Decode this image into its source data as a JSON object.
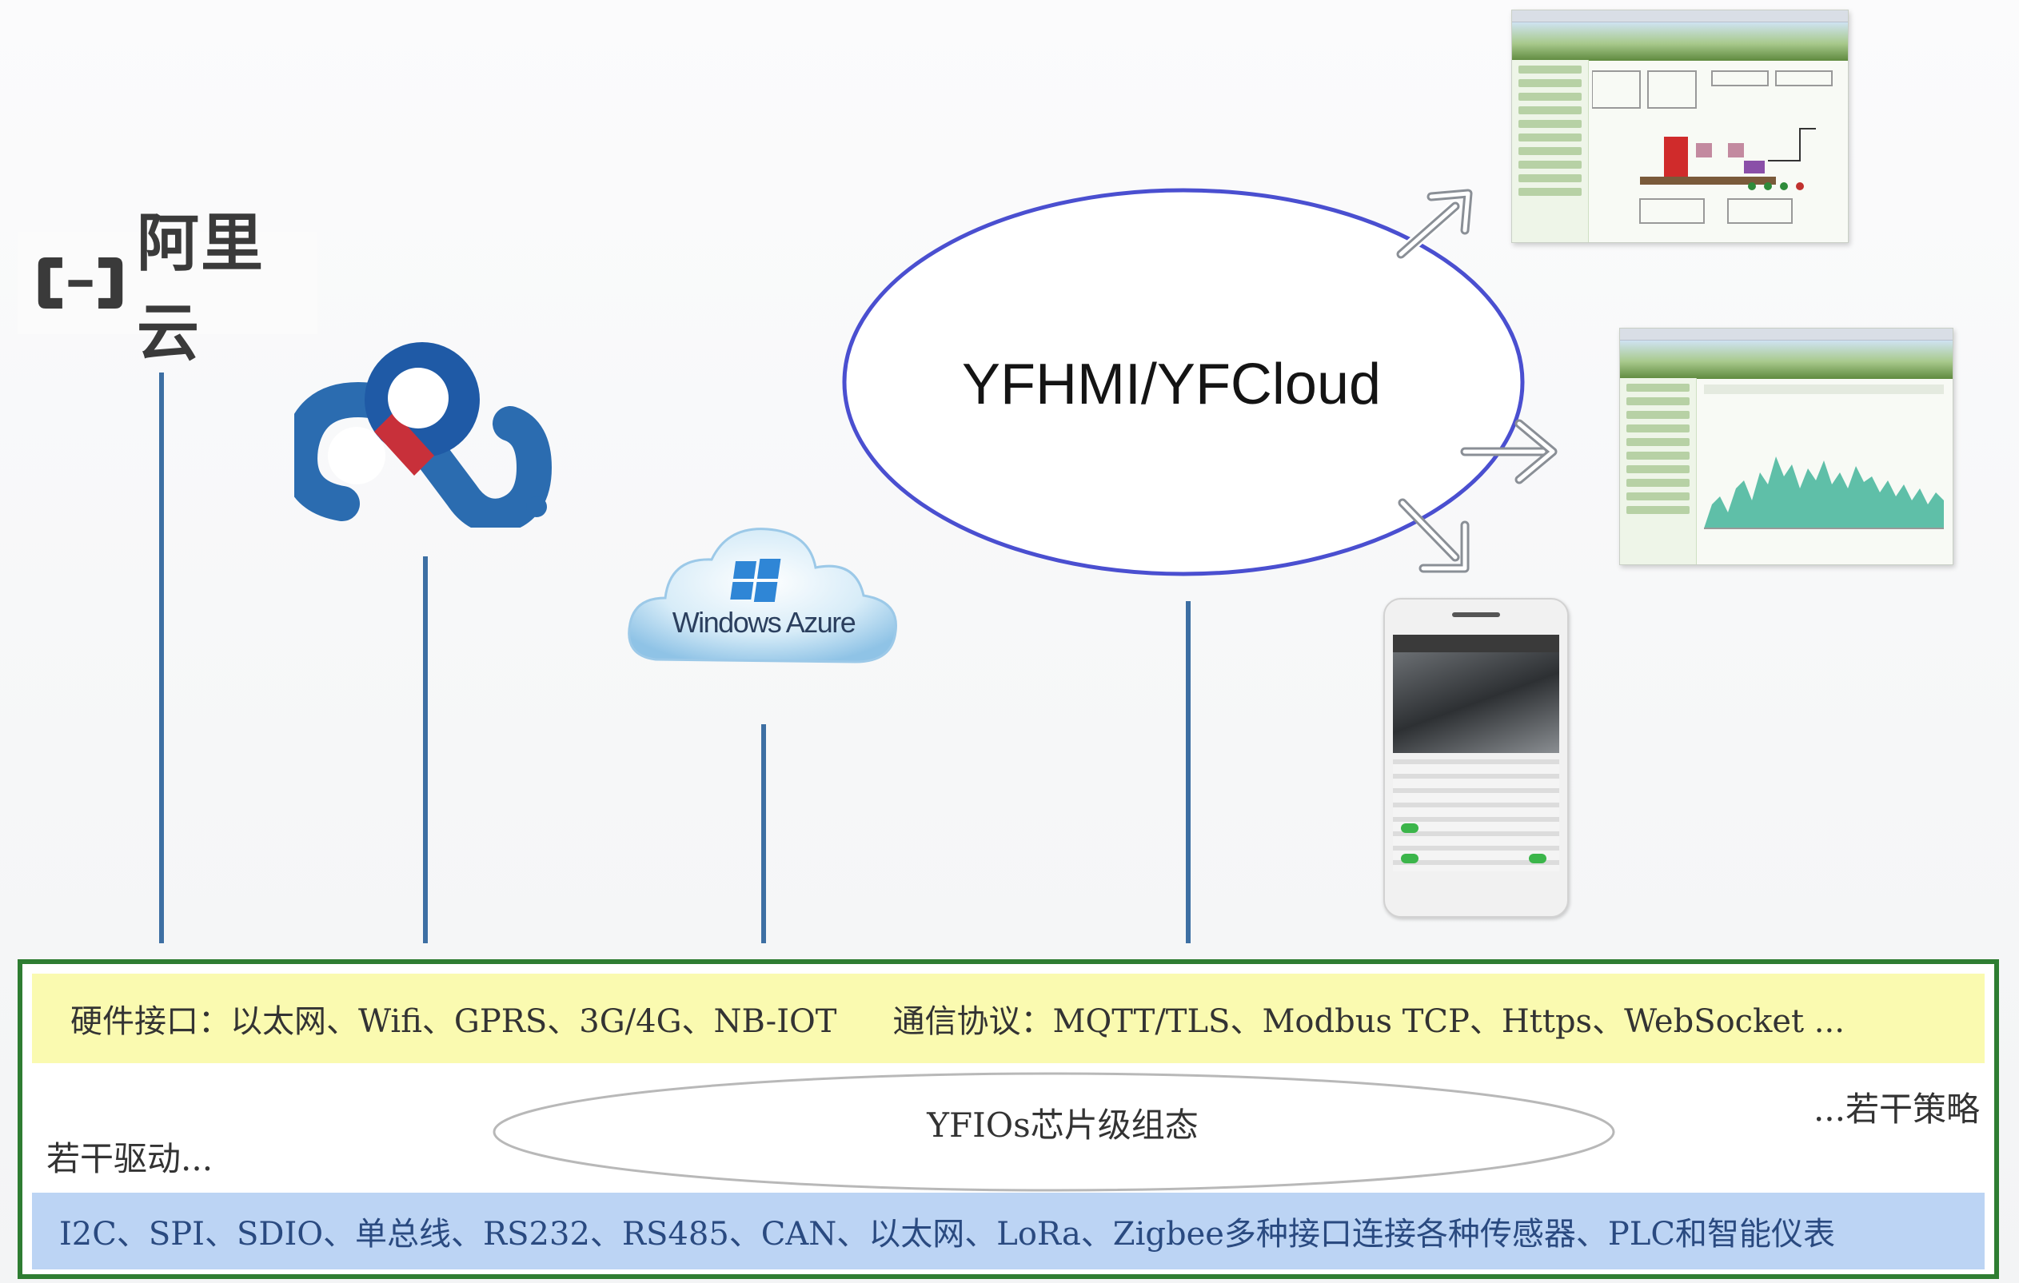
{
  "clouds": {
    "aliyun": {
      "label": "阿里云",
      "color": "#3a3a3a"
    },
    "baidu_cloud": {
      "icon": "baidu-cloud-icon"
    },
    "azure": {
      "label": "Windows Azure",
      "icon": "windows-azure-icon"
    }
  },
  "hub": {
    "label": "YFHMI/YFCloud",
    "border_color": "#4a4fd0"
  },
  "outputs": [
    "web-monitoring-screen",
    "web-trend-chart-screen",
    "mobile-app-screen"
  ],
  "bottom": {
    "hardware_interfaces": "硬件接口：以太网、Wifi、GPRS、3G/4G、NB-IOT",
    "protocols": "通信协议：MQTT/TLS、Modbus TCP、Https、WebSocket ...",
    "drivers": "若干驱动...",
    "core": "YFIOs芯片级组态",
    "strategies": "...若干策略",
    "sensors": "I2C、SPI、SDIO、单总线、RS232、RS485、CAN、以太网、LoRa、Zigbee多种接口连接各种传感器、PLC和智能仪表"
  },
  "colors": {
    "connector": "#3d6fa3",
    "frame": "#2e7d32",
    "yellow_band": "#fafab0",
    "blue_band": "#bcd4f4"
  }
}
